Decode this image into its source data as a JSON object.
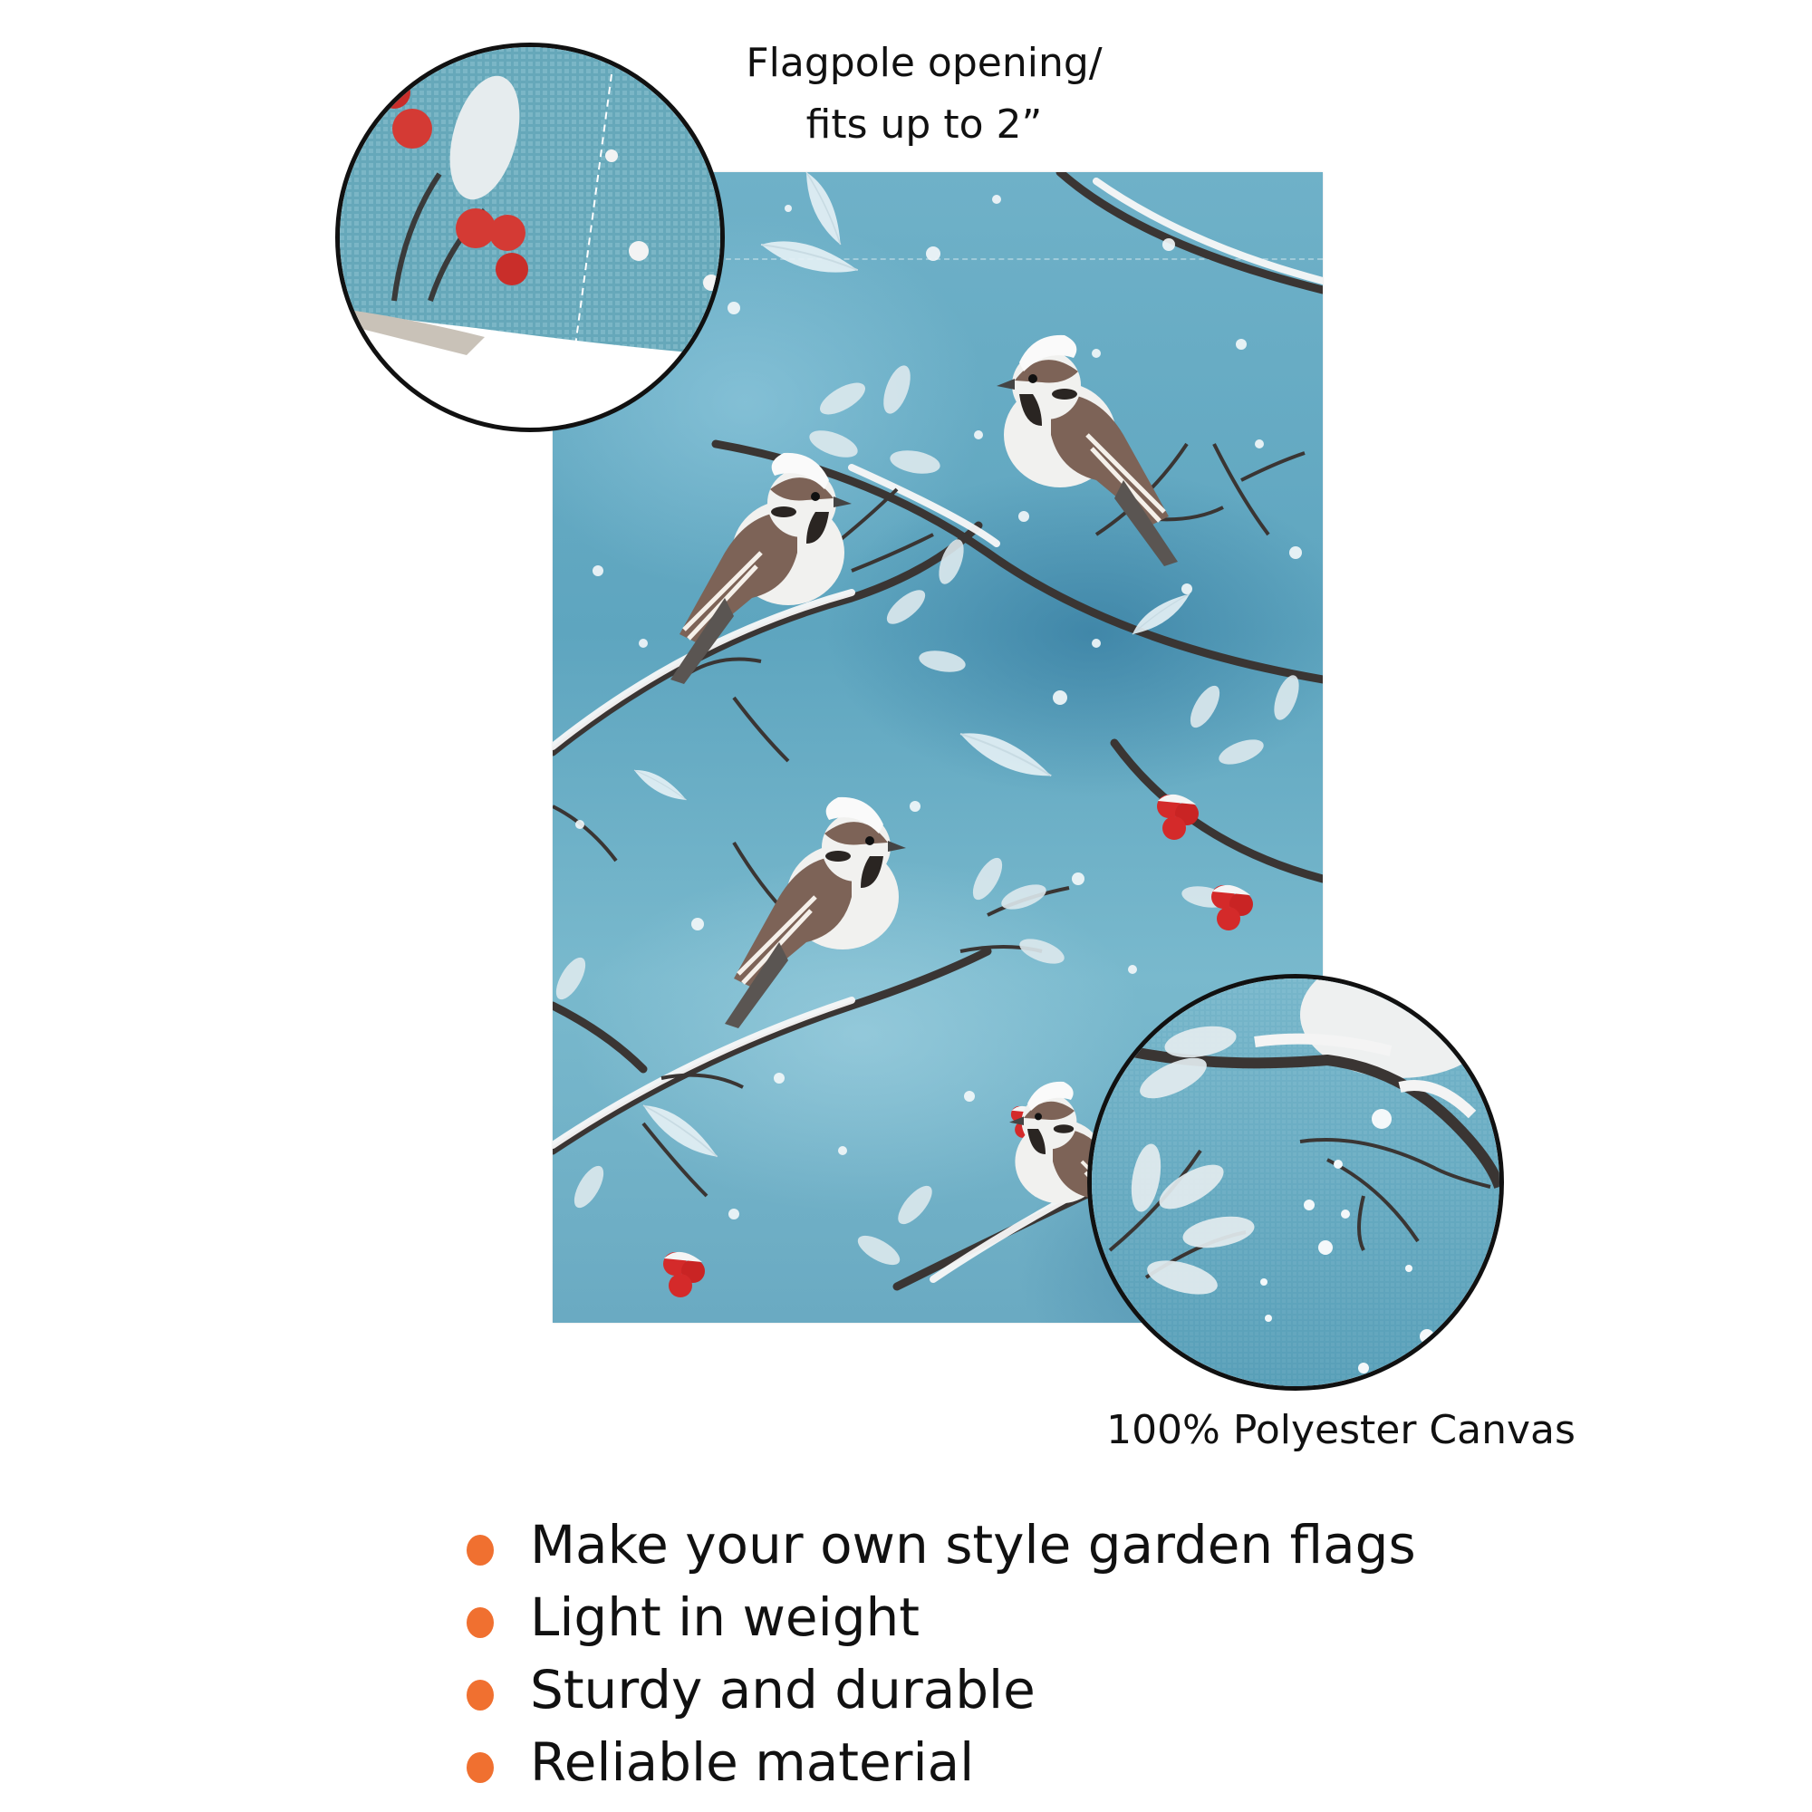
{
  "callouts": {
    "flagpole_line1": "Flagpole opening/",
    "flagpole_line2": "fits up to 2”",
    "material": "100% Polyester Canvas"
  },
  "features": [
    {
      "label": "Make your own style garden flags"
    },
    {
      "label": "Light in weight"
    },
    {
      "label": "Sturdy and durable"
    },
    {
      "label": "Reliable material"
    }
  ],
  "colors": {
    "bullet": "#f07030",
    "flag_blue": "#6aaac2",
    "berry_red": "#d42a2a",
    "lens_border": "#111111"
  },
  "illustration": {
    "subject": "sparrows on snowy branches",
    "elements": [
      "sparrow",
      "sparrow",
      "sparrow",
      "sparrow",
      "feathers",
      "red-berries",
      "snowflakes"
    ]
  }
}
